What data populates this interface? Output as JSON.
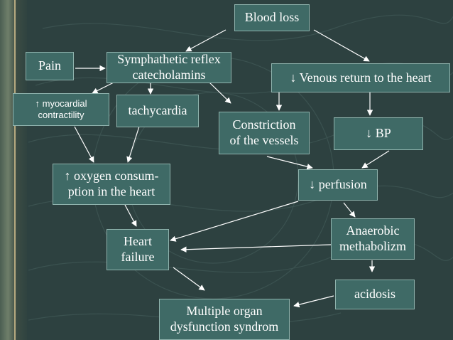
{
  "nodes": {
    "blood_loss": "Blood loss",
    "pain": "Pain",
    "sympathetic": [
      "Symphathetic reflex",
      "catecholamins"
    ],
    "venous_return": "↓ Venous return to the heart",
    "myocardial": [
      "↑  myocardial",
      "contractility"
    ],
    "tachycardia": "tachycardia",
    "constriction": [
      "Constriction",
      "of the vessels"
    ],
    "bp": "↓ BP",
    "oxygen": [
      "↑ oxygen consum-",
      "ption in the heart"
    ],
    "perfusion": "↓  perfusion",
    "heart_failure": [
      "Heart",
      "failure"
    ],
    "anaerobic": [
      "Anaerobic",
      "methabolizm"
    ],
    "acidosis": "acidosis",
    "multiple_organ": [
      "Multiple organ",
      "dysfunction syndrom"
    ]
  },
  "colors": {
    "background": "#2d4140",
    "box_fill": "#3f6a66",
    "box_border": "#8fb3ad",
    "text": "#ffffff",
    "arrow": "#ffffff"
  }
}
